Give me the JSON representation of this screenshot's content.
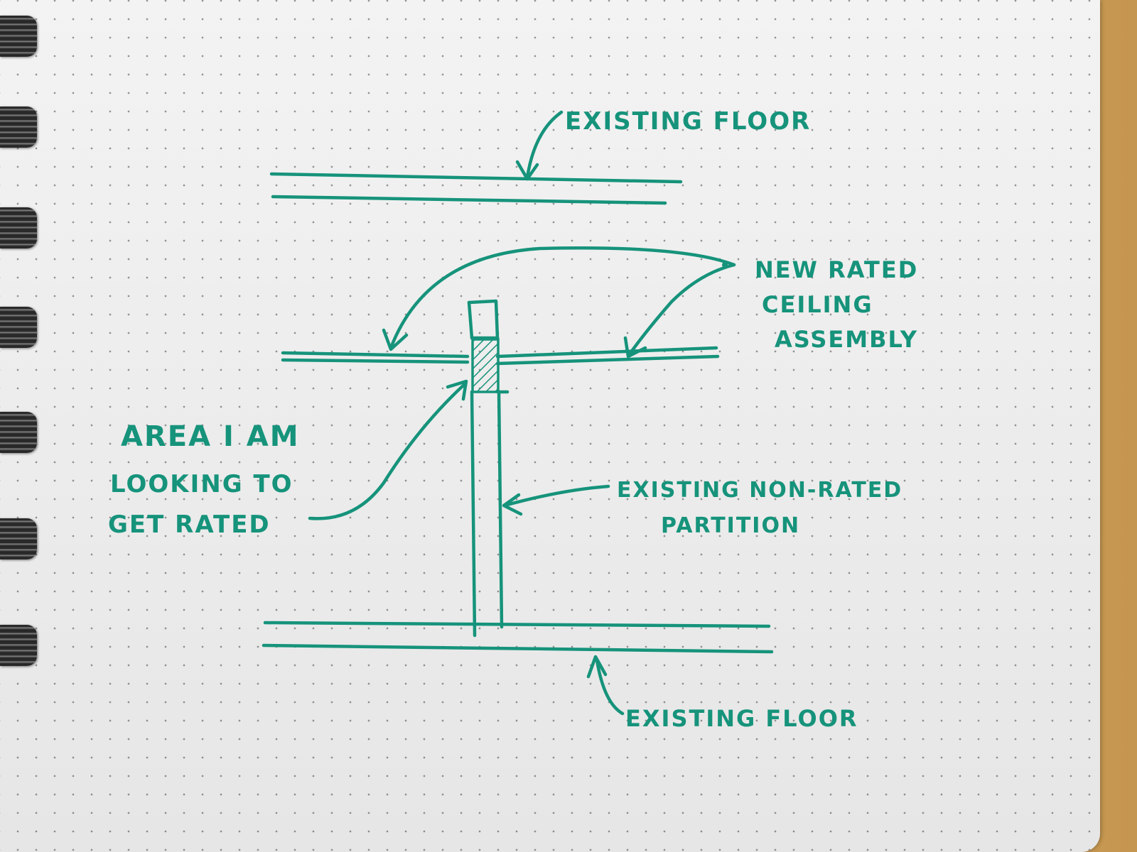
{
  "labels": {
    "top_floor": "EXISTING FLOOR",
    "ceiling": [
      "NEW RATED",
      "CEILING",
      "ASSEMBLY"
    ],
    "area": [
      "AREA I AM",
      "LOOKING TO",
      "GET RATED"
    ],
    "partition": [
      "EXISTING NON-RATED",
      "PARTITION"
    ],
    "bottom_floor": "EXISTING FLOOR"
  },
  "colors": {
    "ink": "#16937b",
    "paper": "#efefef",
    "desk": "#c9a46b"
  }
}
